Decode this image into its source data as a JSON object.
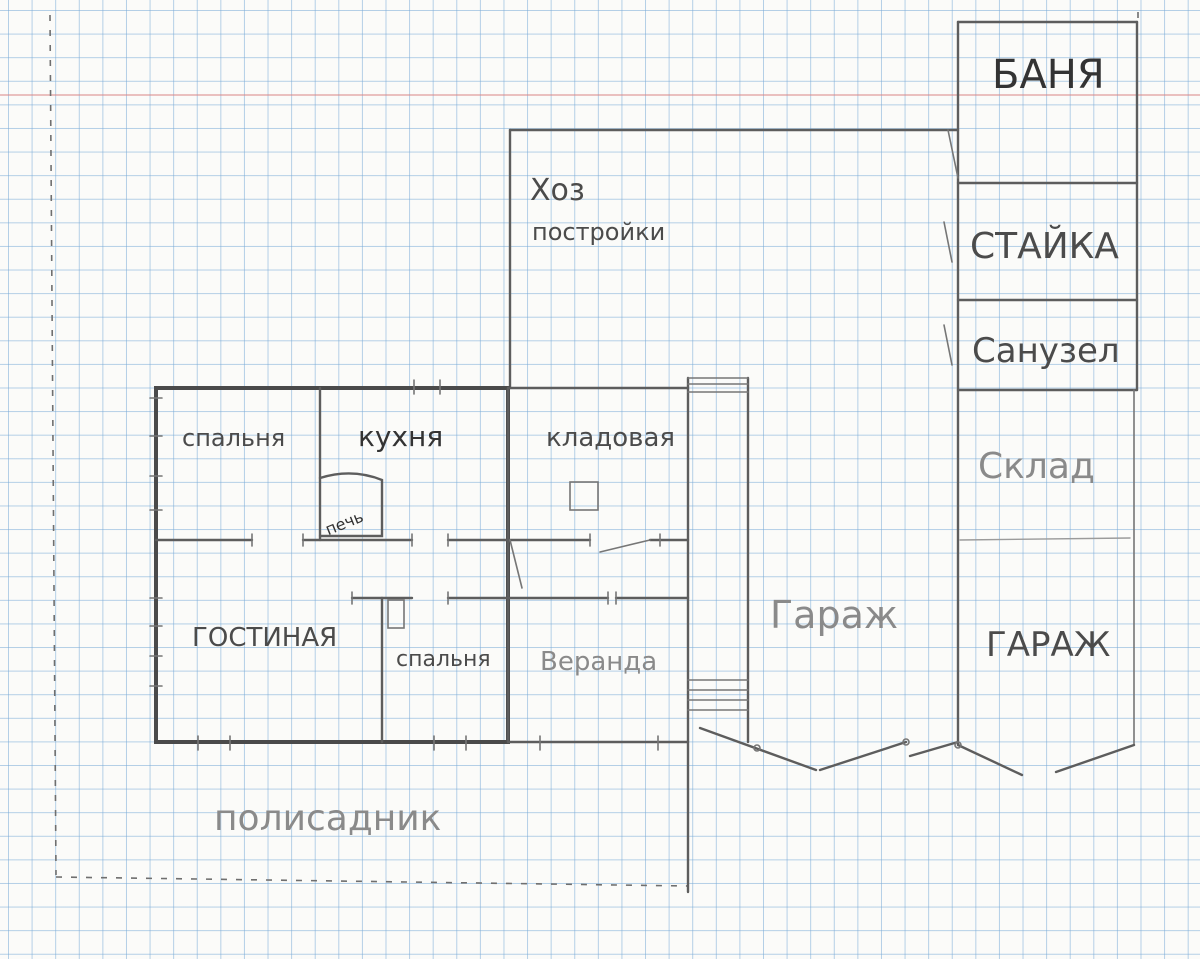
{
  "diagram": {
    "labels": {
      "banya": "БАНЯ",
      "hoz_line1": "Хоз",
      "hoz_line2": "постройки",
      "staika": "СТАЙКА",
      "sanuzel": "Санузел",
      "sklad": "Склад",
      "garazh_right": "ГАРАЖ",
      "garazh_mid": "Гараж",
      "spalnya_top": "спальня",
      "kuhnya": "кухня",
      "kladovaya": "кладовая",
      "pech": "печь",
      "gostinaya": "ГОСТИНАЯ",
      "spalnya_bottom": "спальня",
      "veranda": "Веранда",
      "palisadnik": "полисадник"
    },
    "colors": {
      "grid": "#78aad7",
      "margin_line": "#d98585",
      "pencil": "#4b4b4b"
    }
  }
}
